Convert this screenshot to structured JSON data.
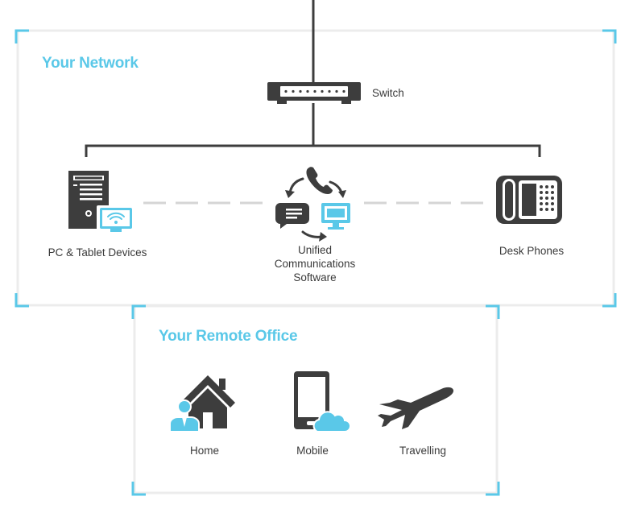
{
  "network": {
    "title": "Your Network",
    "switch_label": "Switch",
    "nodes": {
      "pc": {
        "label": "PC & Tablet Devices"
      },
      "ucs": {
        "label_lines": [
          "Unified",
          "Communications",
          "Software"
        ]
      },
      "desk": {
        "label": "Desk Phones"
      }
    }
  },
  "remote": {
    "title": "Your Remote Office",
    "nodes": {
      "home": {
        "label": "Home"
      },
      "mobile": {
        "label": "Mobile"
      },
      "travel": {
        "label": "Travelling"
      }
    }
  },
  "colors": {
    "accent": "#5ac8e8",
    "icon": "#3d3d3d",
    "box_border": "#ececec",
    "dash": "#d5d5d5",
    "text": "#3a3a3a"
  },
  "icons": {
    "switch": "network-switch-icon",
    "pc": "desktop-tower-icon",
    "tablet": "tablet-wifi-icon",
    "ucs": "unified-communications-icon",
    "desk_phone": "desk-phone-icon",
    "home": "home-user-icon",
    "mobile": "mobile-cloud-icon",
    "travel": "airplane-icon"
  }
}
